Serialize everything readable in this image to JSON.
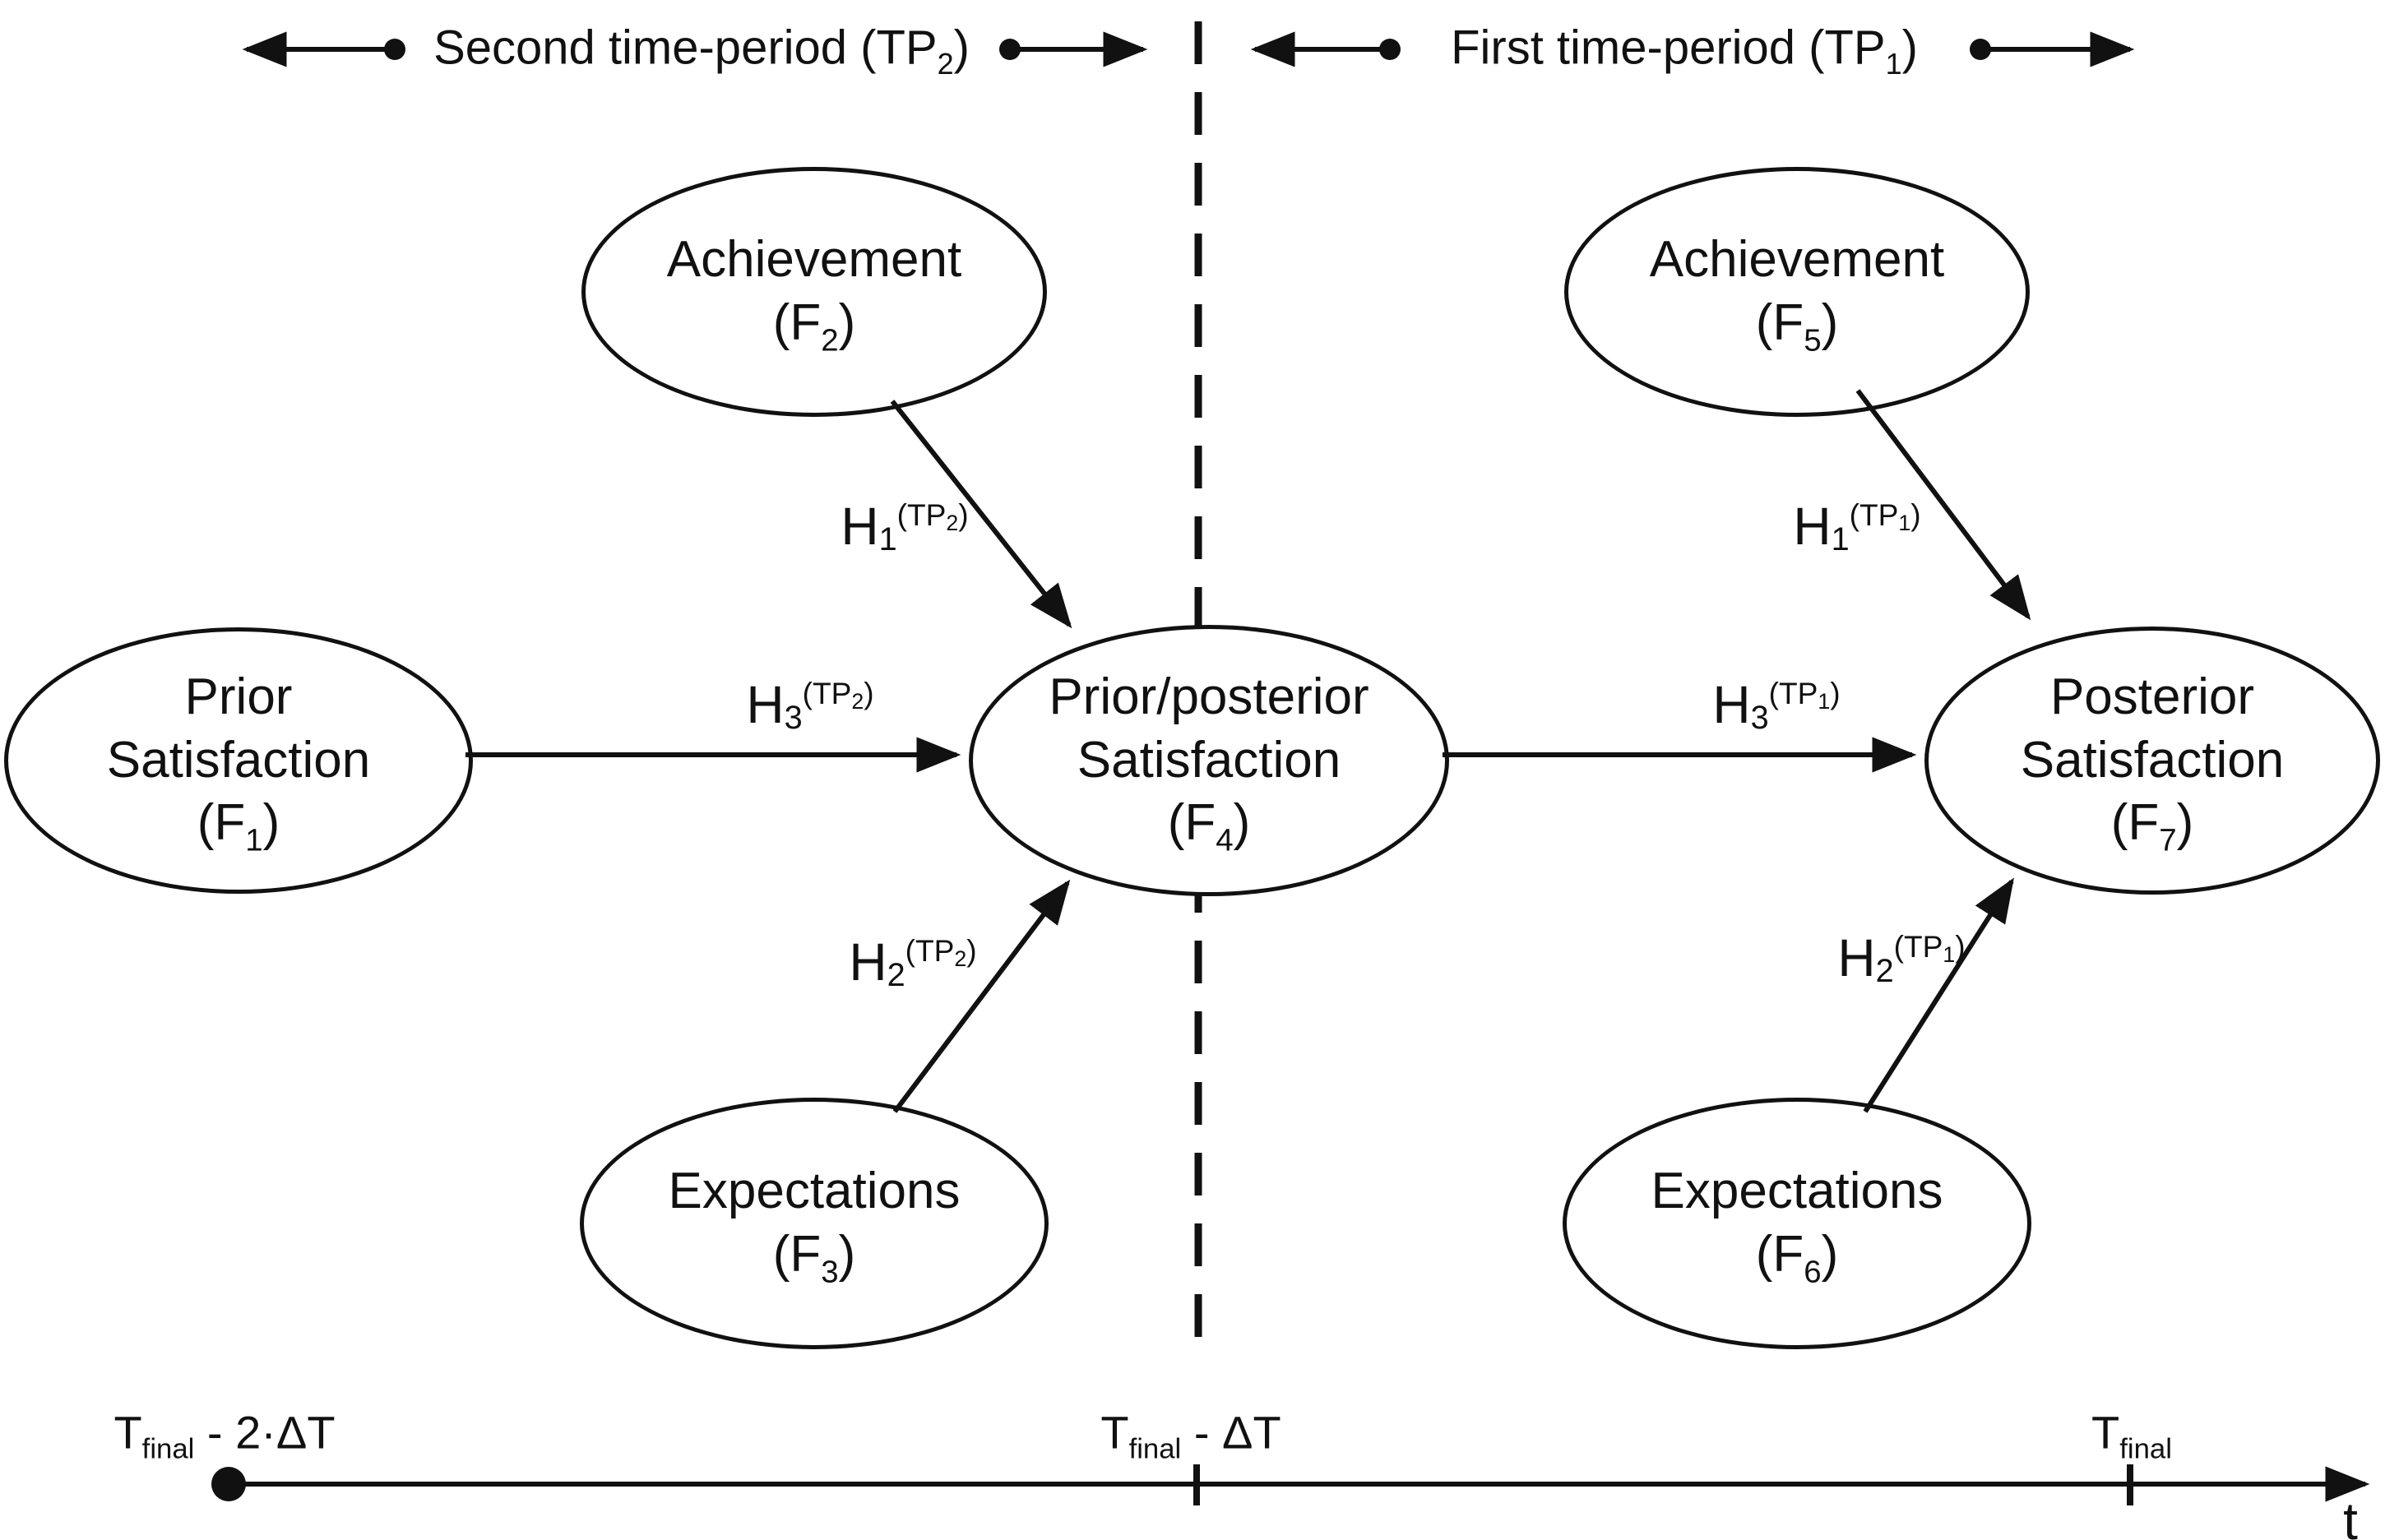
{
  "colors": {
    "ink": "#111111",
    "background": "#ffffff"
  },
  "header": {
    "left_period": {
      "text": "Second time-period (TP",
      "tp_sub": "2",
      "close": ")"
    },
    "right_period": {
      "text": "First time-period (TP",
      "tp_sub": "1",
      "close": ")"
    }
  },
  "nodes": {
    "f1": {
      "line1": "Prior",
      "line2": "Satisfaction",
      "f_pre": "(F",
      "f_sub": "1",
      "f_post": ")"
    },
    "f2": {
      "line1": "Achievement",
      "f_pre": "(F",
      "f_sub": "2",
      "f_post": ")"
    },
    "f3": {
      "line1": "Expectations",
      "f_pre": "(F",
      "f_sub": "3",
      "f_post": ")"
    },
    "f4": {
      "line1": "Prior/posterior",
      "line2": "Satisfaction",
      "f_pre": "(F",
      "f_sub": "4",
      "f_post": ")"
    },
    "f5": {
      "line1": "Achievement",
      "f_pre": "(F",
      "f_sub": "5",
      "f_post": ")"
    },
    "f6": {
      "line1": "Expectations",
      "f_pre": "(F",
      "f_sub": "6",
      "f_post": ")"
    },
    "f7": {
      "line1": "Posterior",
      "line2": "Satisfaction",
      "f_pre": "(F",
      "f_sub": "7",
      "f_post": ")"
    }
  },
  "hypotheses": {
    "h1_tp2": {
      "base": "H",
      "sub": "1",
      "sup_pre": "(TP",
      "sup_sub": "2",
      "sup_post": ")"
    },
    "h2_tp2": {
      "base": "H",
      "sub": "2",
      "sup_pre": "(TP",
      "sup_sub": "2",
      "sup_post": ")"
    },
    "h3_tp2": {
      "base": "H",
      "sub": "3",
      "sup_pre": "(TP",
      "sup_sub": "2",
      "sup_post": ")"
    },
    "h1_tp1": {
      "base": "H",
      "sub": "1",
      "sup_pre": "(TP",
      "sup_sub": "1",
      "sup_post": ")"
    },
    "h2_tp1": {
      "base": "H",
      "sub": "2",
      "sup_pre": "(TP",
      "sup_sub": "1",
      "sup_post": ")"
    },
    "h3_tp1": {
      "base": "H",
      "sub": "3",
      "sup_pre": "(TP",
      "sup_sub": "1",
      "sup_post": ")"
    }
  },
  "timeline": {
    "t_start": {
      "base": "T",
      "sub": "final",
      "rest": " - 2·ΔT"
    },
    "t_mid": {
      "base": "T",
      "sub": "final",
      "rest": " - ΔT"
    },
    "t_end": {
      "base": "T",
      "sub": "final",
      "rest": ""
    },
    "axis_label": "t"
  }
}
